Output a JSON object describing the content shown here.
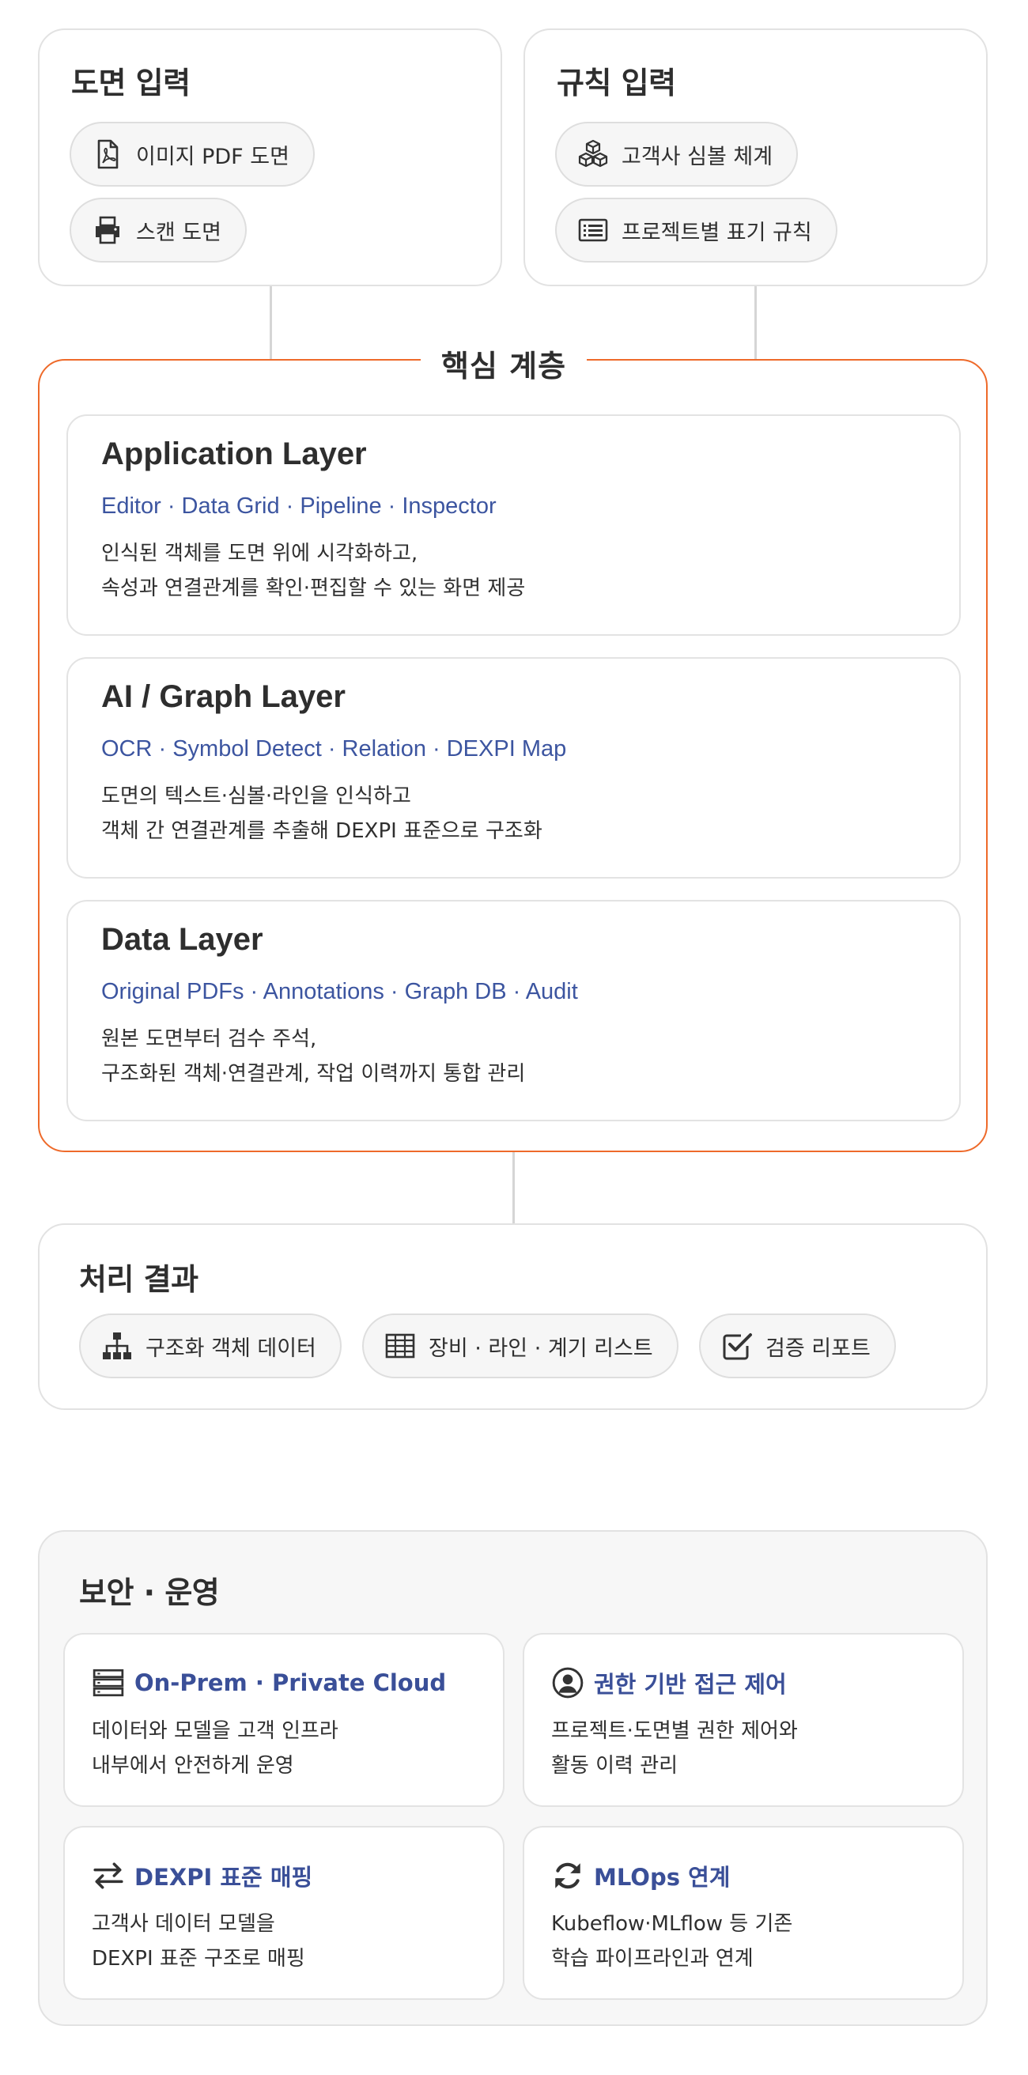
{
  "inputs": {
    "drawing": {
      "title": "도면 입력",
      "items": [
        {
          "label": "이미지 PDF 도면",
          "icon": "pdf-file-icon"
        },
        {
          "label": "스캔 도면",
          "icon": "printer-icon"
        }
      ]
    },
    "rules": {
      "title": "규칙 입력",
      "items": [
        {
          "label": "고객사 심볼 체계",
          "icon": "cubes-icon"
        },
        {
          "label": "프로젝트별 표기 규칙",
          "icon": "list-box-icon"
        }
      ]
    }
  },
  "core": {
    "title": "핵심 계층",
    "layers": [
      {
        "name": "Application Layer",
        "tech": "Editor · Data Grid · Pipeline · Inspector",
        "desc": [
          "인식된 객체를 도면 위에 시각화하고,",
          "속성과 연결관계를 확인·편집할 수 있는 화면 제공"
        ]
      },
      {
        "name": "AI / Graph Layer",
        "tech": "OCR · Symbol Detect · Relation · DEXPI Map",
        "desc": [
          "도면의 텍스트·심볼·라인을 인식하고",
          "객체 간 연결관계를 추출해 DEXPI 표준으로 구조화"
        ]
      },
      {
        "name": "Data Layer",
        "tech": "Original PDFs · Annotations · Graph DB · Audit",
        "desc": [
          "원본 도면부터 검수 주석,",
          "구조화된 객체·연결관계, 작업 이력까지 통합 관리"
        ]
      }
    ]
  },
  "results": {
    "title": "처리 결과",
    "items": [
      {
        "label": "구조화 객체 데이터",
        "icon": "hierarchy-icon"
      },
      {
        "label": "장비 · 라인 · 계기 리스트",
        "icon": "table-icon"
      },
      {
        "label": "검증 리포트",
        "icon": "checkbox-icon"
      }
    ]
  },
  "ops": {
    "title": "보안 · 운영",
    "cards": [
      {
        "title": "On-Prem · Private Cloud",
        "icon": "server-icon",
        "desc": [
          "데이터와 모델을 고객 인프라",
          "내부에서 안전하게 운영"
        ]
      },
      {
        "title": "권한 기반 접근 제어",
        "icon": "user-circle-icon",
        "desc": [
          "프로젝트·도면별 권한 제어와",
          "활동 이력 관리"
        ]
      },
      {
        "title": "DEXPI 표준 매핑",
        "icon": "exchange-arrows-icon",
        "desc": [
          "고객사 데이터 모델을",
          "DEXPI 표준 구조로 매핑"
        ]
      },
      {
        "title": "MLOps 연계",
        "icon": "sync-icon",
        "desc": [
          "Kubeflow·MLflow 등 기존",
          "학습 파이프라인과 연계"
        ]
      }
    ]
  },
  "colors": {
    "core_border": "#ee6a2a",
    "tech_text": "#3c55a0",
    "ops_title": "#3a4f98"
  }
}
